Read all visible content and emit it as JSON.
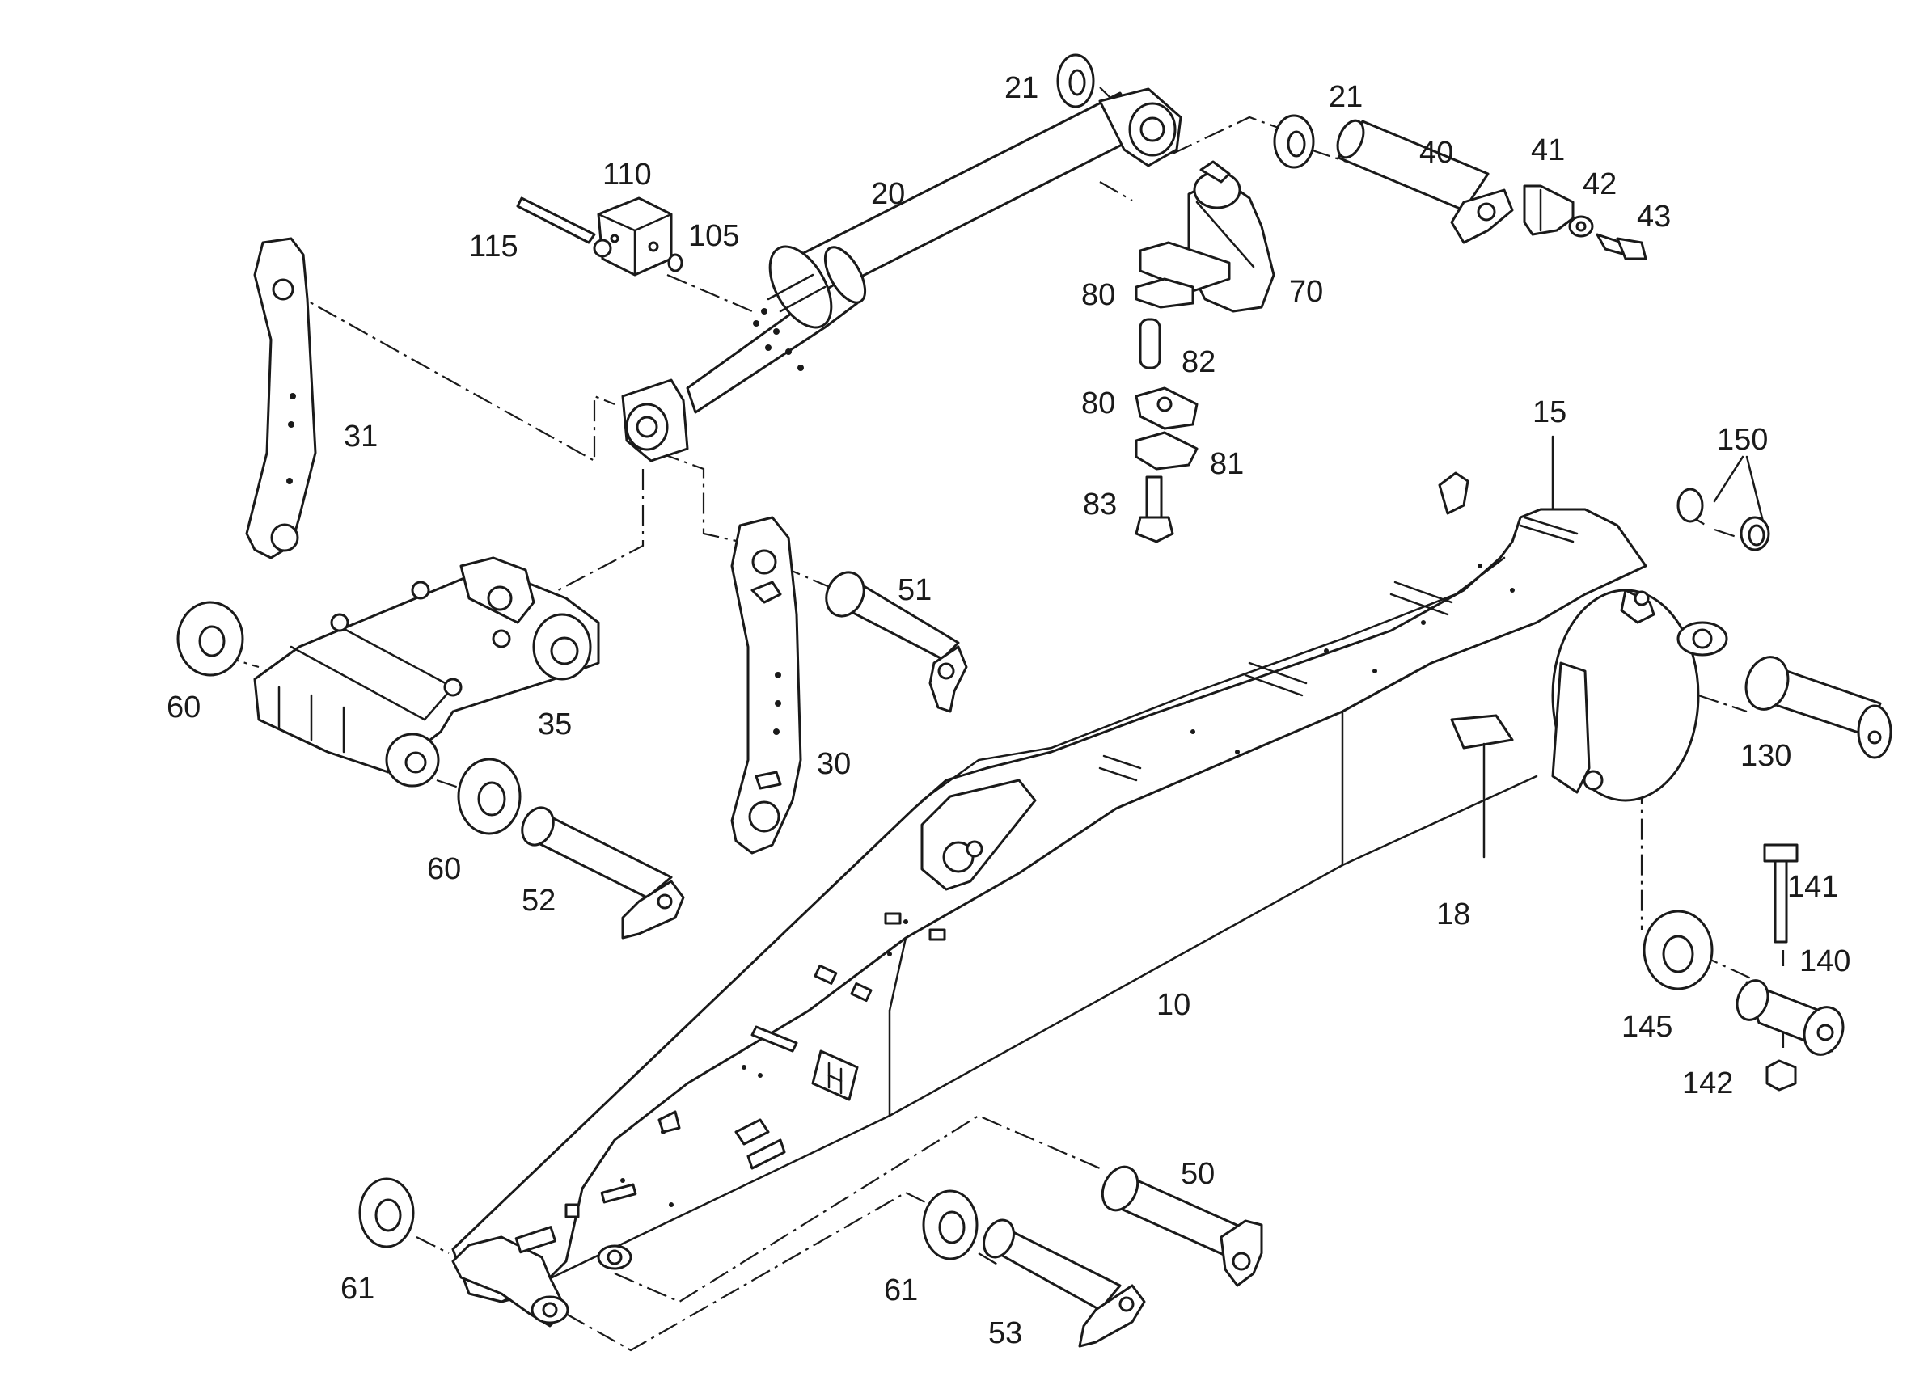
{
  "diagram": {
    "labels": {
      "l21a": "21",
      "l21b": "21",
      "l40": "40",
      "l41": "41",
      "l42": "42",
      "l43": "43",
      "l110": "110",
      "l20": "20",
      "l115": "115",
      "l105": "105",
      "l70": "70",
      "l80a": "80",
      "l82": "82",
      "l80b": "80",
      "l81": "81",
      "l83": "83",
      "l31": "31",
      "l15": "15",
      "l150": "150",
      "l51": "51",
      "l60a": "60",
      "l35": "35",
      "l30": "30",
      "l130": "130",
      "l60b": "60",
      "l52": "52",
      "l18": "18",
      "l141": "141",
      "l140": "140",
      "l10": "10",
      "l145": "145",
      "l142": "142",
      "l50": "50",
      "l61a": "61",
      "l61b": "61",
      "l53": "53"
    }
  }
}
